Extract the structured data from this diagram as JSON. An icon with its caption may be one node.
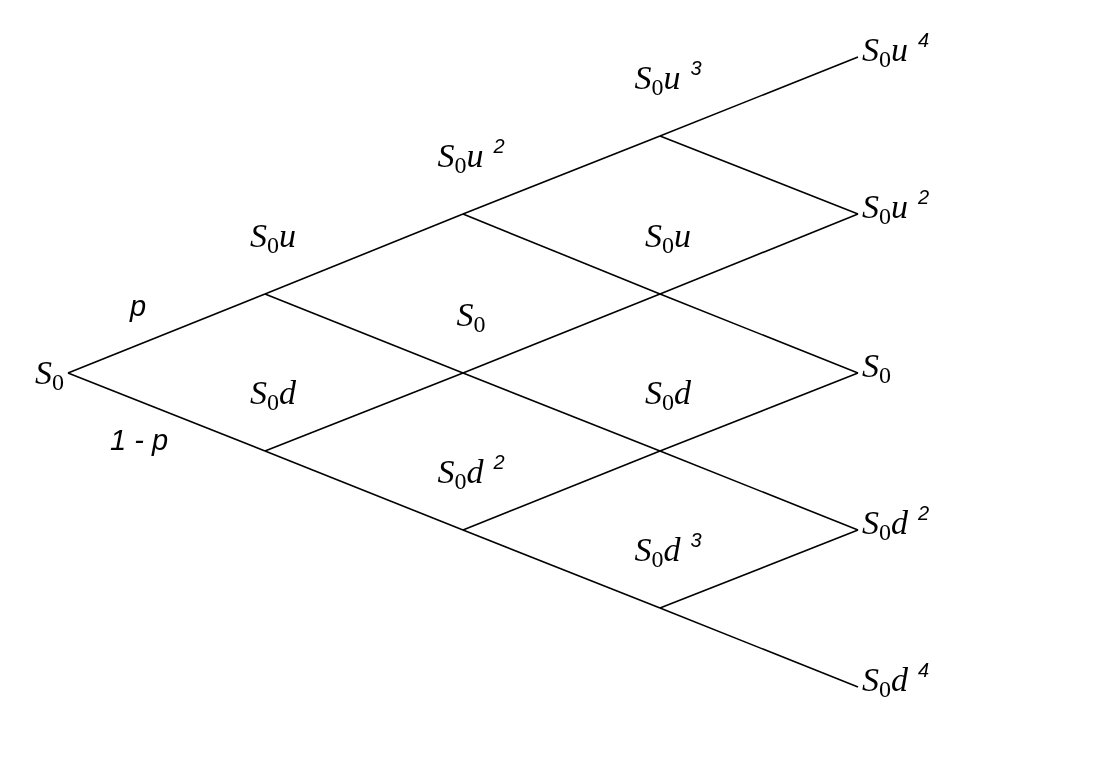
{
  "diagram": {
    "nodes": [
      {
        "text": [
          "S$_{0}$"
        ]
      },
      {
        "text": [
          "S$_{0}$u"
        ]
      },
      {
        "text": [
          "S$_{0}$d"
        ]
      },
      {
        "text": [
          "S$_{0}$u$^{2}$"
        ]
      },
      {
        "text": [
          "S$_{0}$"
        ]
      },
      {
        "text": [
          "S$_{0}$d$^{2}$"
        ]
      },
      {
        "text": [
          "S$_{0}$u$^{3}$"
        ]
      },
      {
        "text": [
          "S$_{0}$u"
        ]
      },
      {
        "text": [
          "S$_{0}$d"
        ]
      },
      {
        "text": [
          "S$_{0}$d$^{3}$"
        ]
      },
      {
        "text": [
          "S$_{0}$u$^{4}$"
        ]
      },
      {
        "text": [
          "S$_{0}$u$^{2}$"
        ]
      },
      {
        "text": [
          "S$_{0}$"
        ]
      },
      {
        "text": [
          "S$_{0}$d$^{2}$"
        ]
      },
      {
        "text": [
          "S$_{0}$d$^{4}$"
        ]
      }
    ],
    "edges": [
      {
        "from": 0,
        "to": 1,
        "arrow": "none",
        "label": "p"
      },
      {
        "from": 0,
        "to": 2,
        "arrow": "none",
        "label": "1 - p"
      },
      {
        "from": 1,
        "to": 3,
        "arrow": "none"
      },
      {
        "from": 1,
        "to": 4,
        "arrow": "none"
      },
      {
        "from": 2,
        "to": 4,
        "arrow": "none"
      },
      {
        "from": 2,
        "to": 5,
        "arrow": "none"
      },
      {
        "from": 3,
        "to": 6,
        "arrow": "none"
      },
      {
        "from": 3,
        "to": 7,
        "arrow": "none"
      },
      {
        "from": 4,
        "to": 7,
        "arrow": "none"
      },
      {
        "from": 4,
        "to": 8,
        "arrow": "none"
      },
      {
        "from": 5,
        "to": 8,
        "arrow": "none"
      },
      {
        "from": 5,
        "to": 9,
        "arrow": "none"
      },
      {
        "from": 6,
        "to": 10,
        "arrow": "none"
      },
      {
        "from": 6,
        "to": 11,
        "arrow": "none"
      },
      {
        "from": 7,
        "to": 11,
        "arrow": "none"
      },
      {
        "from": 7,
        "to": 12,
        "arrow": "none"
      },
      {
        "from": 8,
        "to": 12,
        "arrow": "none"
      },
      {
        "from": 8,
        "to": 13,
        "arrow": "none"
      },
      {
        "from": 9,
        "to": 13,
        "arrow": "none"
      },
      {
        "from": 9,
        "to": 14,
        "arrow": "none"
      }
    ]
  }
}
